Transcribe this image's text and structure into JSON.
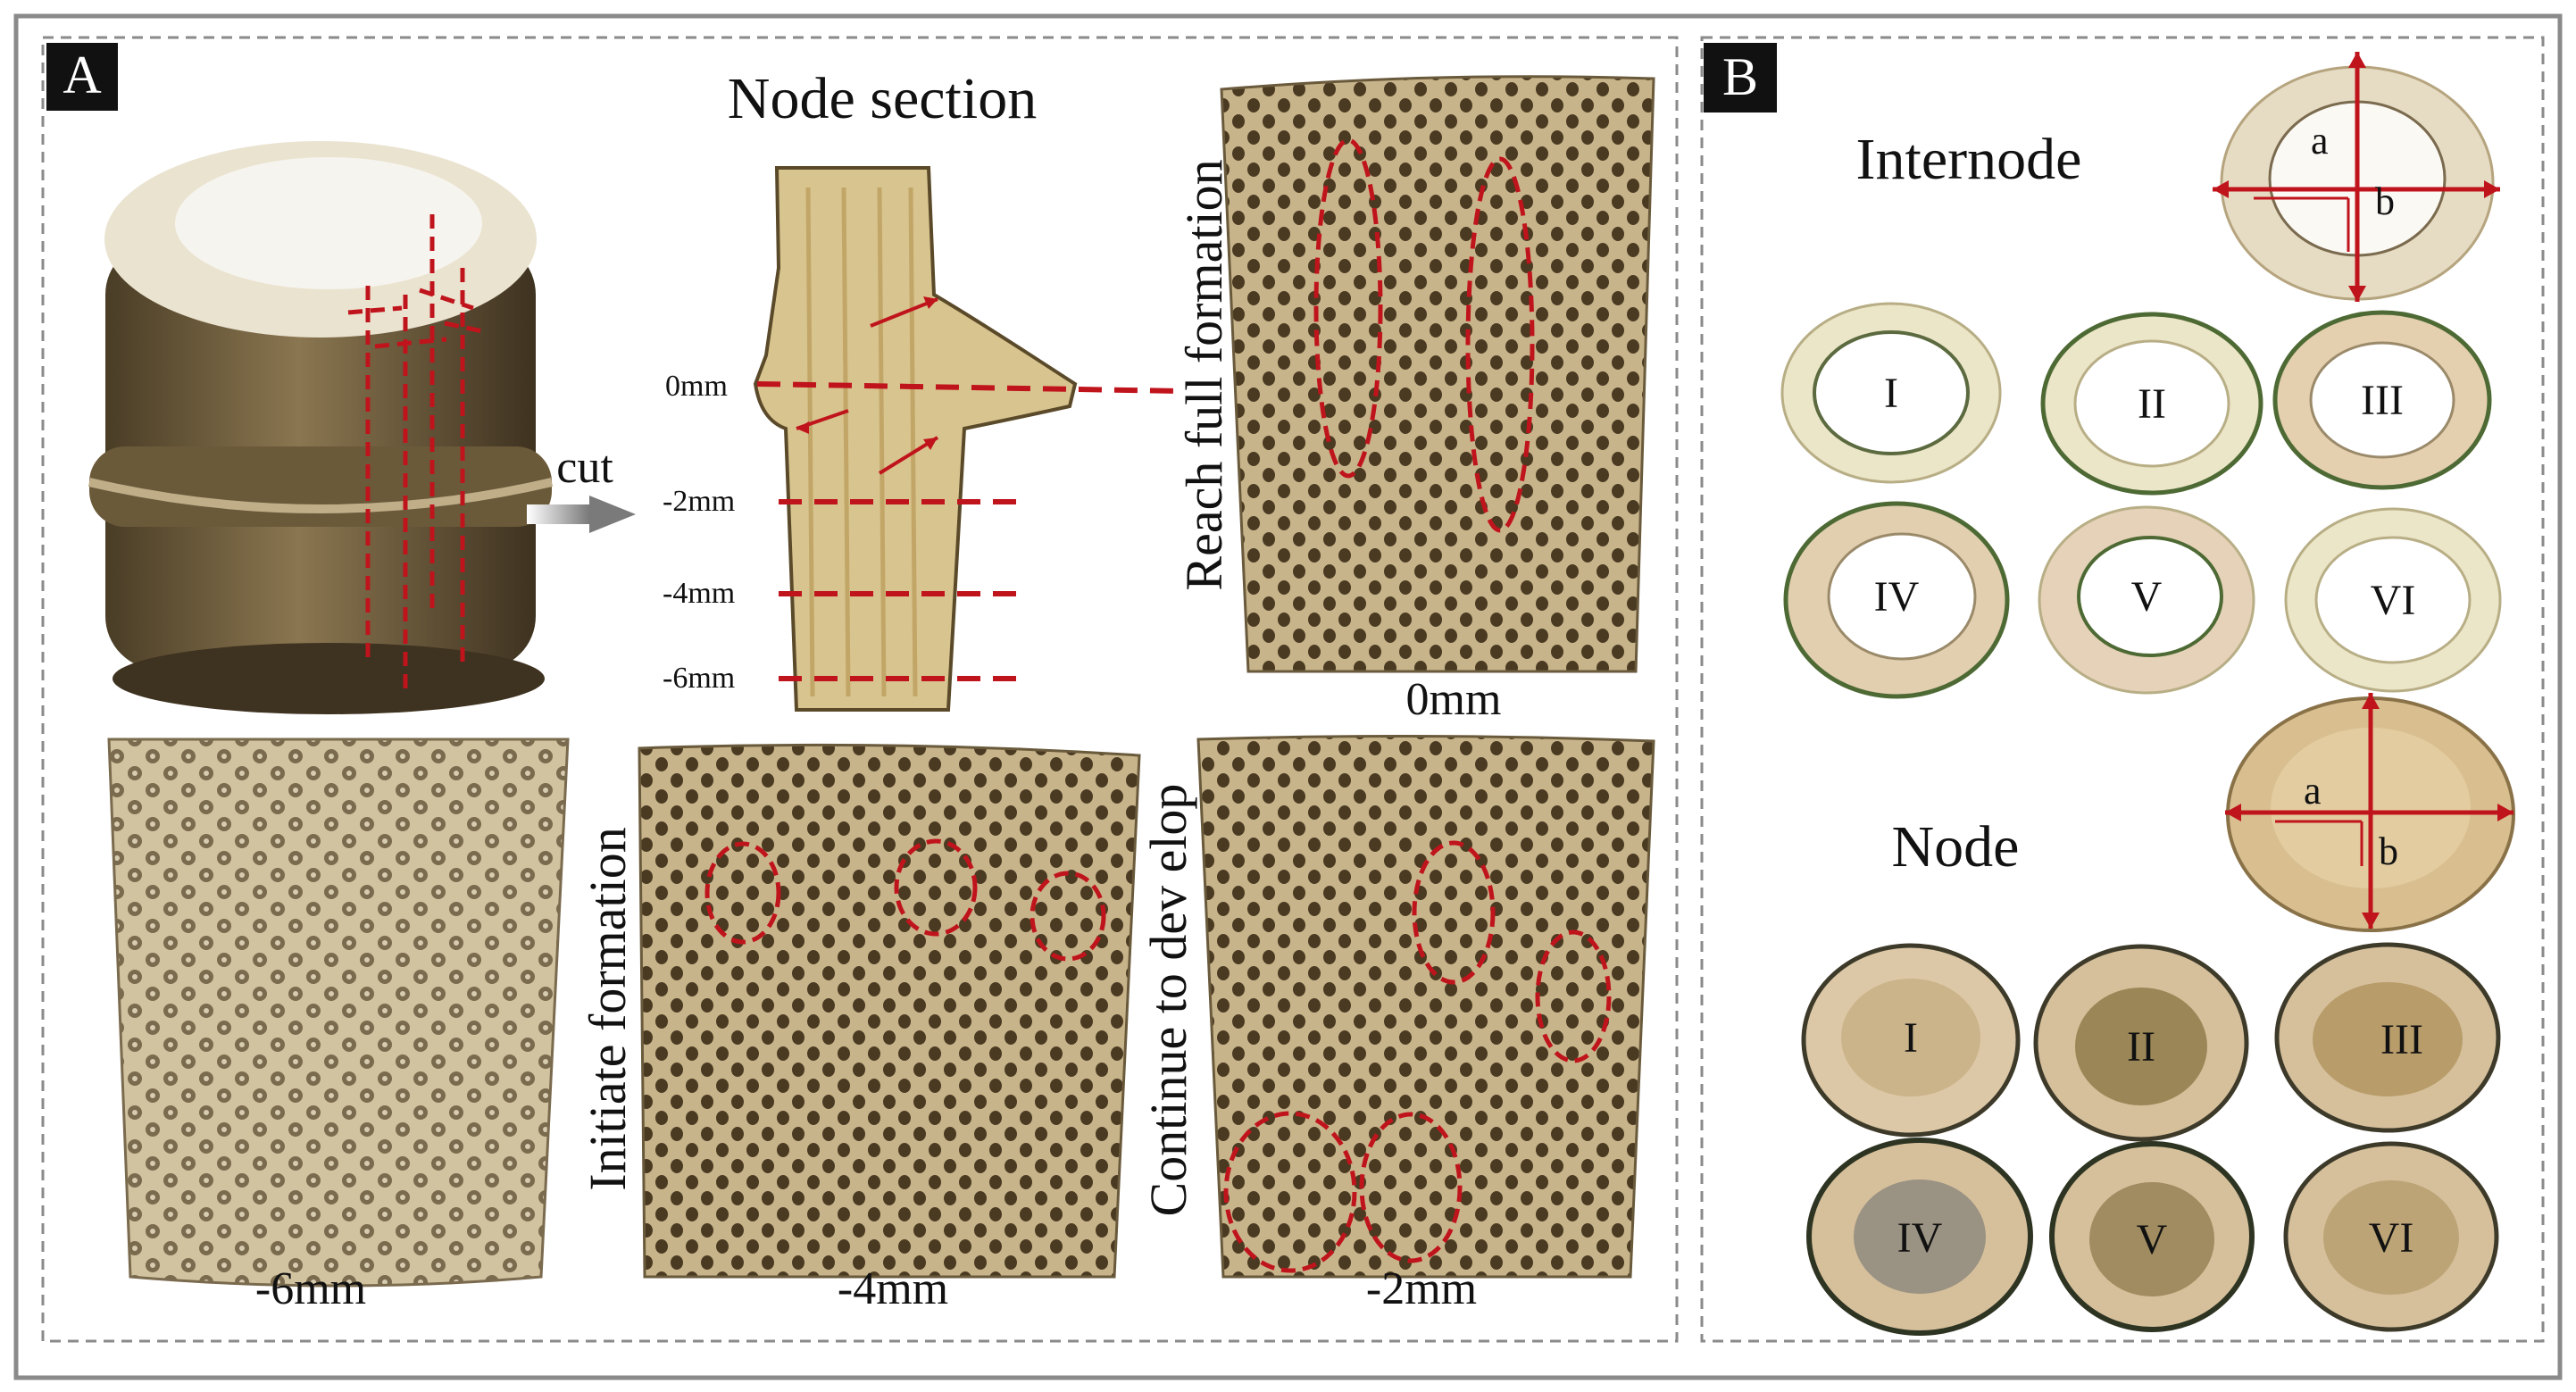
{
  "panel_a": {
    "letter": "A",
    "node_section_title": "Node section",
    "cut_label": "cut",
    "depth_0": "0mm",
    "depth_2": "-2mm",
    "depth_4": "-4mm",
    "depth_6": "-6mm",
    "full_formation_label": "Reach full formation",
    "full_formation_caption": "0mm",
    "initiate_label": "Initiate formation",
    "continue_label": "Continue to dev elop",
    "caption_6mm": "-6mm",
    "caption_4mm": "-4mm",
    "caption_2mm": "-2mm"
  },
  "panel_b": {
    "letter": "B",
    "internode_title": "Internode",
    "node_title": "Node",
    "axis_a": "a",
    "axis_b": "b",
    "internode_rings": [
      "I",
      "II",
      "III",
      "IV",
      "V",
      "VI"
    ],
    "node_discs": [
      "I",
      "II",
      "III",
      "IV",
      "V",
      "VI"
    ]
  },
  "colors": {
    "annotation_red": "#c0141c",
    "frame_gray": "#8a8a8a",
    "bamboo_dark": "#6a5a3c",
    "bamboo_light": "#efe6cf"
  }
}
